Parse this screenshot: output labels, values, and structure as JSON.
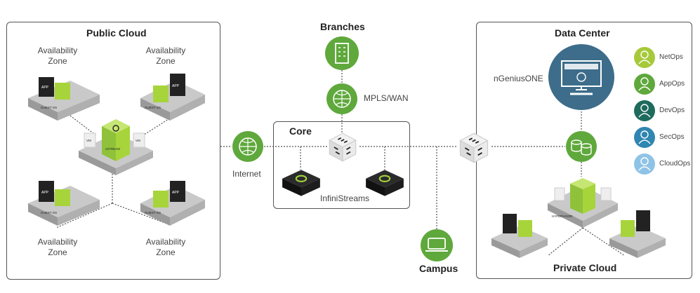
{
  "public_cloud": {
    "title": "Public Cloud",
    "zones": [
      {
        "line1": "Availability",
        "line2": "Zone"
      },
      {
        "line1": "Availability",
        "line2": "Zone"
      },
      {
        "line1": "Availability",
        "line2": "Zone"
      },
      {
        "line1": "Availability",
        "line2": "Zone"
      }
    ],
    "tile_text": {
      "app": "APP",
      "guest_os": "GUEST OS",
      "stream": "vSTREAM",
      "vm": "VM",
      "hypervisor": "HYPERVISOR"
    }
  },
  "branches": {
    "title": "Branches"
  },
  "mpls_label": "MPLS/WAN",
  "internet_label": "Internet",
  "core": {
    "title": "Core",
    "infinistreams_label": "InfiniStreams"
  },
  "campus": {
    "title": "Campus"
  },
  "data_center": {
    "title": "Data Center",
    "ngenius_label": "nGeniusONE",
    "roles": [
      {
        "label": "NetOps",
        "color": "#a6c93a"
      },
      {
        "label": "AppOps",
        "color": "#5fa83c"
      },
      {
        "label": "DevOps",
        "color": "#1e6b5e"
      },
      {
        "label": "SecOps",
        "color": "#2f86b0"
      },
      {
        "label": "CloudOps",
        "color": "#8fc3e6"
      }
    ]
  },
  "private_cloud": {
    "title": "Private Cloud"
  },
  "colors": {
    "green": "#5fa83c",
    "lime": "#a7d43b",
    "slate": "#3d6d8a",
    "dark": "#222222"
  }
}
